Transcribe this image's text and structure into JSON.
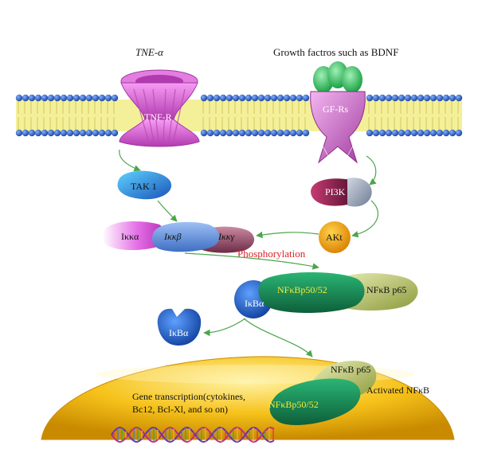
{
  "labels": {
    "tne_alpha": "TNE-α",
    "growth_factors": "Growth factros such as BDNF",
    "tnf_r": "TNF-R",
    "gf_rs": "GF-Rs",
    "tak1": "TAK 1",
    "pi3k": "PI3K",
    "akt": "AKt",
    "ikk_alpha": "Iκκα",
    "ikk_beta": "Iκκβ",
    "ikk_gamma": "Iκκγ",
    "phosphorylation": "Phosphorylation",
    "ikb_alpha_bound": "IκBα",
    "nfkb_p50_52_top": "NFκBp50/52",
    "nfkb_p65_top": "NFκB p65",
    "ikb_alpha_free": "IκBα",
    "nfkb_p65_nucleus": "NFκB p65",
    "nfkb_p50_52_nucleus": "NFκBp50/52",
    "activated_nfkb": "Activated NFκB",
    "gene_transcription_line1": "Gene transcription(cytokines,",
    "gene_transcription_line2": "Bc12, Bcl-Xl, and so on)"
  },
  "colors": {
    "membrane_heads": "#2f5fc9",
    "membrane_tails": "#f2ee8a",
    "tnfr": "#d84fd3",
    "gfr": "#cc5ec9",
    "ligand": "#1fbd52",
    "tak1": "#1b7fd1",
    "pi3k": "#a5265a",
    "akt": "#f29f05",
    "ikk_alpha": "#d34bd6",
    "ikk_beta": "#5b8cd6",
    "ikk_gamma": "#8b4060",
    "nfkb_p50": "#1a8a57",
    "nfkb_p65": "#b7c46a",
    "ikb": "#1f64c8",
    "nucleus": "#f3b400",
    "arrow": "#4ca54c",
    "phosphorylation_text": "#d8232a"
  }
}
